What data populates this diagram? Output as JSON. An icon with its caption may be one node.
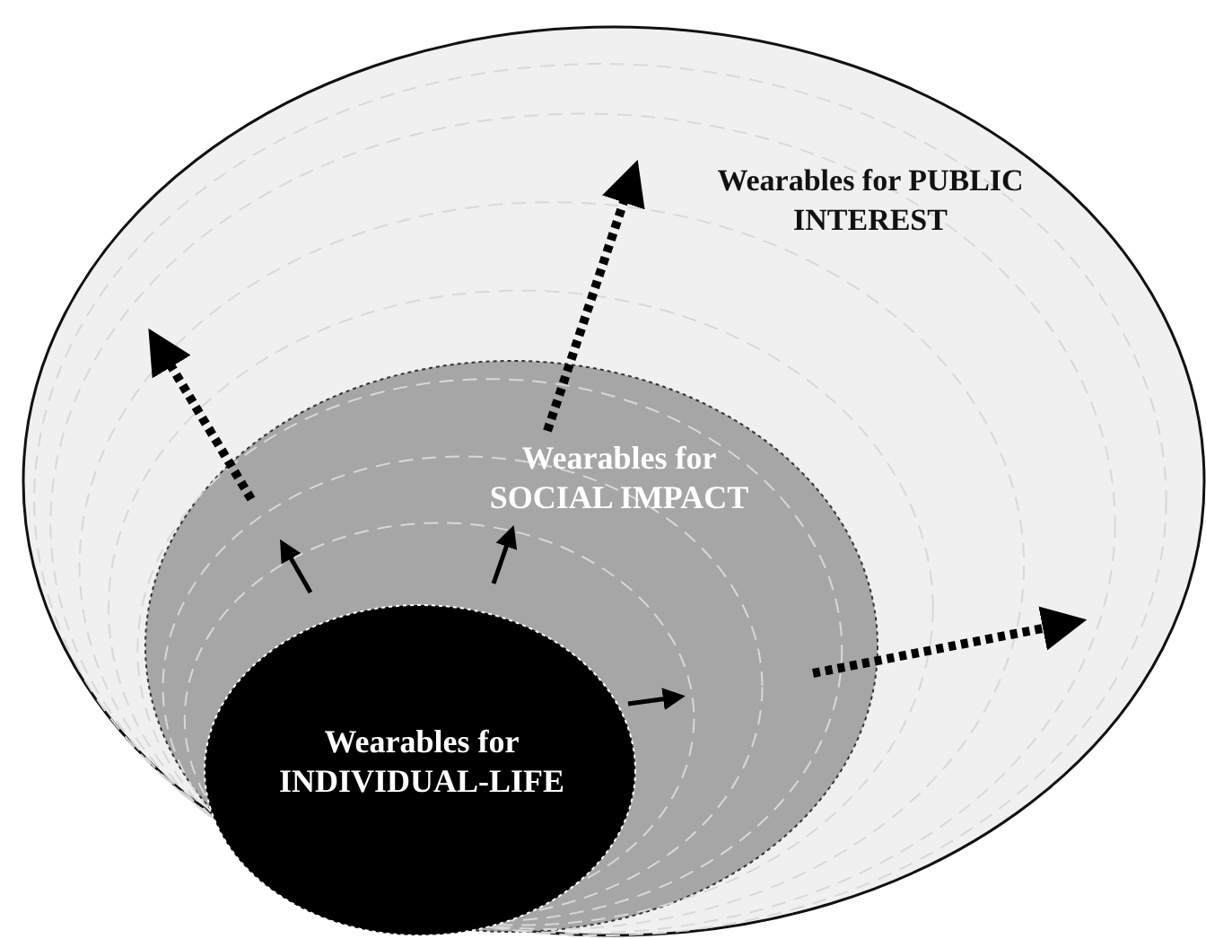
{
  "diagram": {
    "nodes": [
      {
        "text": [
          "Wearables for PUBLIC INTEREST"
        ]
      },
      {
        "text": [
          "Wearables for SOCIAL IMPACT"
        ],
        "in": 0
      },
      {
        "text": [
          "Wearables for INDIVIDUAL-LIFE"
        ],
        "in": 1
      }
    ]
  }
}
